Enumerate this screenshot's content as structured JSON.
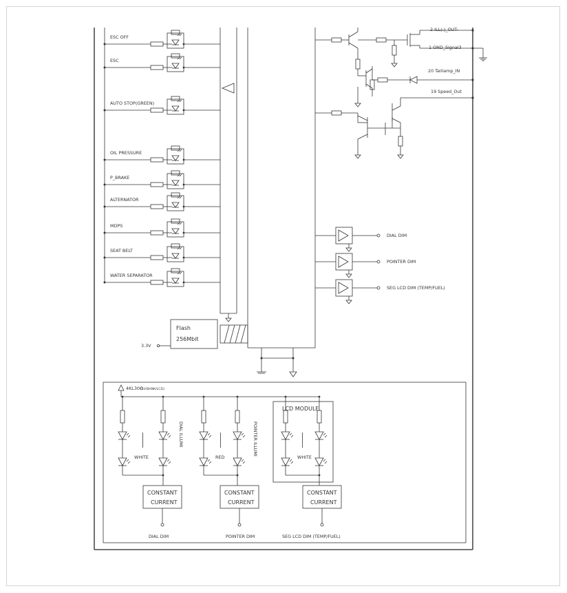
{
  "warning_inputs": [
    "ESC OFF",
    "ESC",
    "AUTO STOP(GREEN)",
    "OIL PRESSURE",
    "P_BRAKE",
    "ALTERNATOR",
    "MDPS",
    "SEAT BELT",
    "WATER SEPARATOR"
  ],
  "flash": {
    "line1": "Flash",
    "line2": "256Mbit"
  },
  "supply_label": "3.3V",
  "output_pins": [
    "2 ILL(-)_OUT-",
    "1 GND_Signal3",
    "20 Taillamp_IN",
    "19 Speed_Out"
  ],
  "dim_outputs": [
    "DIAL DIM",
    "POINTER DIM",
    "SEG LCD DIM (TEMP/FUEL)"
  ],
  "backlight": {
    "rail_label": "4KL30G",
    "rail_sub": "[5V/BANK/LCD]",
    "colors": [
      "WHITE",
      "RED",
      "WHITE"
    ],
    "illum_labels": [
      "DIAL ILLUMI",
      "POINTER ILLUMI"
    ],
    "lcd_module": "LCD MODULE",
    "cc_line1": "CONSTANT",
    "cc_line2": "CURRENT",
    "outputs": [
      "DIAL DIM",
      "POINTER DIM",
      "SEG LCD DIM (TEMP/FUEL)"
    ]
  }
}
